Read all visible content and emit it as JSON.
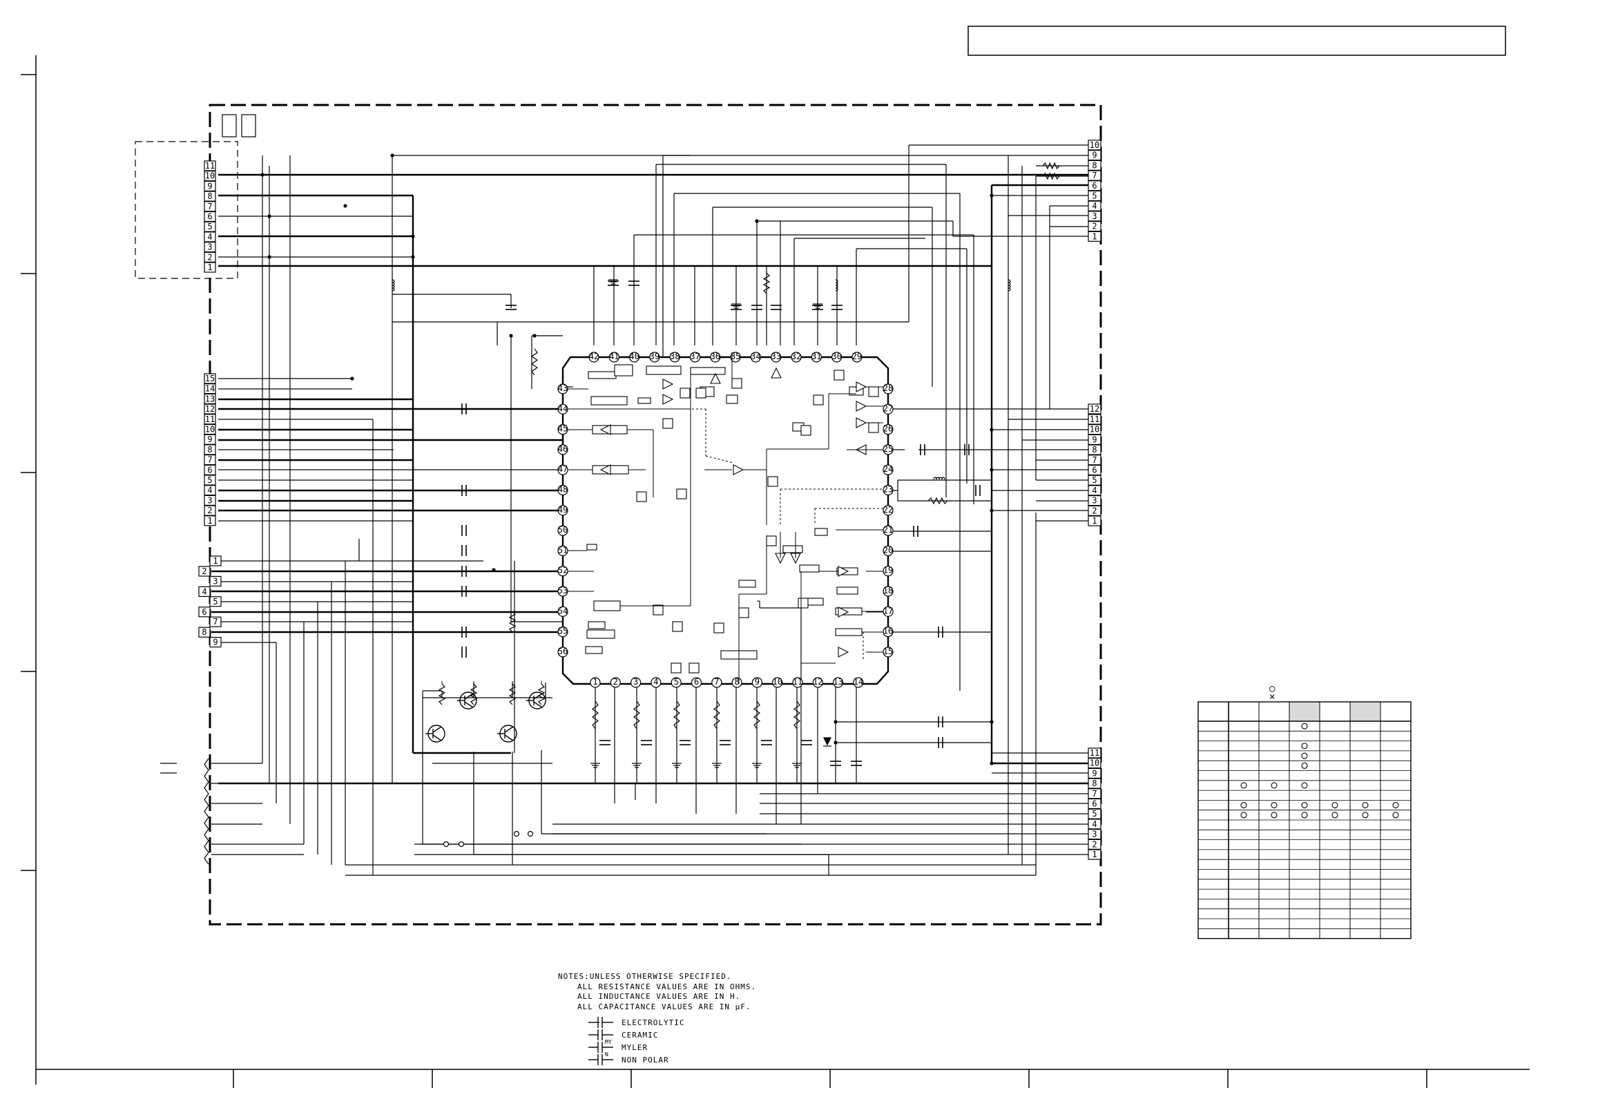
{
  "title_box": {
    "text": ""
  },
  "top_module": {
    "pins": [
      "11",
      "10",
      "9",
      "8",
      "7",
      "6",
      "5",
      "4",
      "3",
      "2",
      "1"
    ]
  },
  "left_group_a": {
    "pins": [
      "15",
      "14",
      "13",
      "12",
      "11",
      "10",
      "9",
      "8",
      "7",
      "6",
      "5",
      "4",
      "3",
      "2",
      "1"
    ]
  },
  "left_group_b": {
    "pins": [
      "1",
      "2",
      "3",
      "4",
      "5",
      "6",
      "7",
      "8",
      "9"
    ]
  },
  "right_top": {
    "pins": [
      "10",
      "9",
      "8",
      "7",
      "6",
      "5",
      "4",
      "3",
      "2",
      "1"
    ]
  },
  "right_mid": {
    "pins": [
      "12",
      "11",
      "10",
      "9",
      "8",
      "7",
      "6",
      "5",
      "4",
      "3",
      "2",
      "1"
    ]
  },
  "right_bot": {
    "pins": [
      "11",
      "10",
      "9",
      "8",
      "7",
      "6",
      "5",
      "4",
      "3",
      "2",
      "1"
    ]
  },
  "ic": {
    "top_pins": [
      "42",
      "41",
      "40",
      "39",
      "38",
      "37",
      "36",
      "35",
      "34",
      "33",
      "32",
      "31",
      "30",
      "29"
    ],
    "left_pins": [
      "43",
      "44",
      "45",
      "46",
      "47",
      "48",
      "49",
      "50",
      "51",
      "52",
      "53",
      "54",
      "55",
      "56"
    ],
    "bottom_pins": [
      "1",
      "2",
      "3",
      "4",
      "5",
      "6",
      "7",
      "8",
      "9",
      "10",
      "11",
      "12",
      "13",
      "14"
    ],
    "right_pins": [
      "28",
      "27",
      "26",
      "25",
      "24",
      "23",
      "22",
      "21",
      "20",
      "19",
      "18",
      "17",
      "16",
      "15"
    ]
  },
  "notes": {
    "line1": "NOTES:UNLESS OTHERWISE SPECIFIED.",
    "line2": "ALL RESISTANCE VALUES ARE IN OHMS.",
    "line3": "ALL INDUCTANCE VALUES ARE IN H.",
    "line4": "ALL CAPACITANCE VALUES ARE IN μF."
  },
  "legend": {
    "electrolytic": "ELECTROLYTIC",
    "ceramic": "CERAMIC",
    "myler": "MYLER",
    "myler_mark": "MY",
    "non_polar": "NON POLAR",
    "non_polar_mark": "N"
  },
  "mode_table": {
    "header_circle": "○",
    "header_cross": "×",
    "rows": 22,
    "cols": 7,
    "marks": [
      {
        "row": 1,
        "col": 3
      },
      {
        "row": 3,
        "col": 3
      },
      {
        "row": 4,
        "col": 3
      },
      {
        "row": 5,
        "col": 3
      },
      {
        "row": 7,
        "col": 1
      },
      {
        "row": 7,
        "col": 2
      },
      {
        "row": 7,
        "col": 3
      },
      {
        "row": 9,
        "col": 1
      },
      {
        "row": 9,
        "col": 2
      },
      {
        "row": 9,
        "col": 3
      },
      {
        "row": 9,
        "col": 4
      },
      {
        "row": 9,
        "col": 5
      },
      {
        "row": 9,
        "col": 6
      },
      {
        "row": 10,
        "col": 1
      },
      {
        "row": 10,
        "col": 2
      },
      {
        "row": 10,
        "col": 3
      },
      {
        "row": 10,
        "col": 4
      },
      {
        "row": 10,
        "col": 5
      },
      {
        "row": 10,
        "col": 6
      }
    ]
  }
}
